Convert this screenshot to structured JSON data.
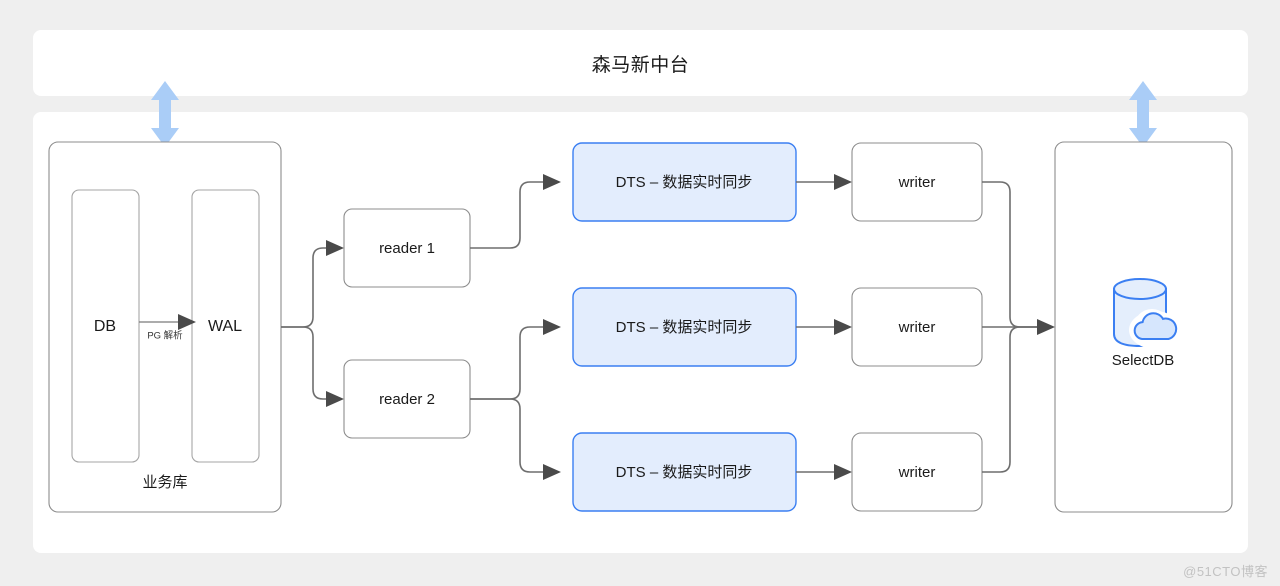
{
  "page": {
    "background_color": "#efefef",
    "watermark": "@51CTO博客"
  },
  "header": {
    "title": "森马新中台"
  },
  "diagram": {
    "type": "architecture-flow",
    "source_group": {
      "label": "业务库",
      "nodes": [
        {
          "name": "db",
          "label": "DB"
        },
        {
          "name": "wal",
          "label": "WAL"
        }
      ],
      "edge_label": "PG 解析"
    },
    "readers": [
      {
        "name": "reader-1",
        "label": "reader 1"
      },
      {
        "name": "reader-2",
        "label": "reader 2"
      }
    ],
    "dts_nodes": [
      {
        "name": "dts-1",
        "label": "DTS – 数据实时同步"
      },
      {
        "name": "dts-2",
        "label": "DTS – 数据实时同步"
      },
      {
        "name": "dts-3",
        "label": "DTS – 数据实时同步"
      }
    ],
    "writers": [
      {
        "name": "writer-1",
        "label": "writer"
      },
      {
        "name": "writer-2",
        "label": "writer"
      },
      {
        "name": "writer-3",
        "label": "writer"
      }
    ],
    "sink": {
      "name": "selectdb",
      "label": "SelectDB",
      "icon": "database-cloud-icon"
    },
    "colors": {
      "dts_fill": "#e3edfd",
      "dts_stroke": "#3b7ff2",
      "node_stroke": "#8c8c8c",
      "edge": "#6e6e6e",
      "biarrow": "#aacdf7",
      "panel": "#ffffff",
      "text": "#1a1a1a"
    }
  }
}
